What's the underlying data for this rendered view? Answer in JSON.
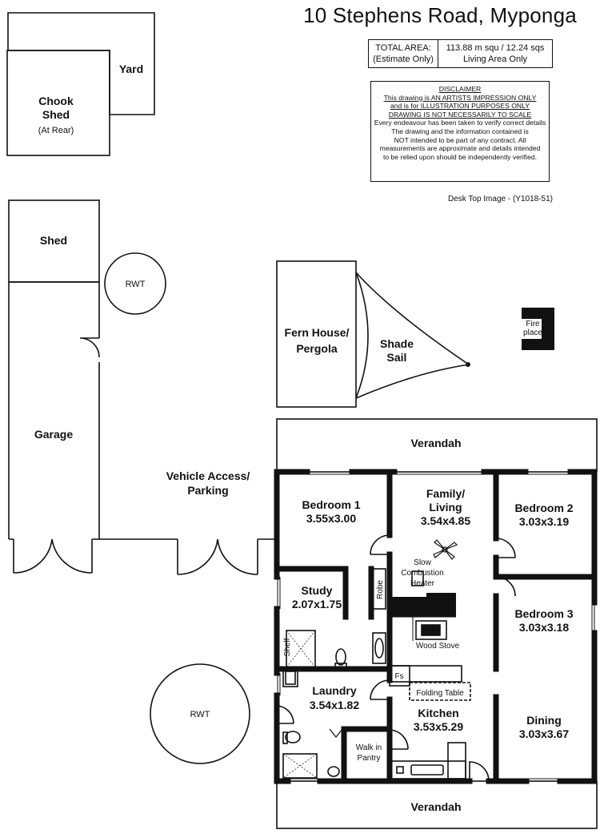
{
  "header": {
    "title": "10 Stephens Road, Myponga",
    "area_label_1": "TOTAL AREA:",
    "area_label_2": "(Estimate Only)",
    "area_value_1": "113.88 m squ /  12.24 sqs",
    "area_value_2": "Living Area Only",
    "image_id": "Desk Top Image - (Y1018-51)"
  },
  "disclaimer": {
    "heading": "DISCLAIMER",
    "line1": "This drawing is AN ARTISTS IMPRESSION ONLY",
    "line2": "and is for ILLUSTRATION PURPOSES ONLY",
    "line3": "DRAWING IS NOT NECESSARILY TO SCALE",
    "line4": "Every endeavour has been taken to verify correct details",
    "line5": "The drawing and the information contained is",
    "line6": "NOT intended to be part of any contract. All",
    "line7": "measurements are approximate and details intended",
    "line8": "to be relied upon should be independently verified."
  },
  "outbuildings": {
    "yard": "Yard",
    "chook_shed_1": "Chook",
    "chook_shed_2": "Shed",
    "chook_shed_note": "(At Rear)",
    "shed": "Shed",
    "rwt_top": "RWT",
    "rwt_bottom": "RWT",
    "garage": "Garage",
    "fern_house_1": "Fern House/",
    "fern_house_2": "Pergola",
    "shade_sail_1": "Shade",
    "shade_sail_2": "Sail",
    "fireplace_1": "Fire",
    "fireplace_2": "place",
    "vehicle_access_1": "Vehicle Access/",
    "vehicle_access_2": "Parking"
  },
  "rooms": {
    "verandah_top": "Verandah",
    "verandah_bottom": "Verandah",
    "bedroom1_name": "Bedroom 1",
    "bedroom1_size": "3.55x3.00",
    "family_name_1": "Family/",
    "family_name_2": "Living",
    "family_size": "3.54x4.85",
    "bedroom2_name": "Bedroom 2",
    "bedroom2_size": "3.03x3.19",
    "bedroom3_name": "Bedroom 3",
    "bedroom3_size": "3.03x3.18",
    "study_name": "Study",
    "study_size": "2.07x1.75",
    "robe": "Robe",
    "shelf": "Shelf",
    "slow_combustion_1": "Slow",
    "slow_combustion_2": "Combustion",
    "slow_combustion_3": "Heater",
    "wood_stove": "Wood Stove",
    "fs": "Fs",
    "folding_table": "Folding Table",
    "laundry_name": "Laundry",
    "laundry_size": "3.54x1.82",
    "kitchen_name": "Kitchen",
    "kitchen_size": "3.53x5.29",
    "pantry_1": "Walk in",
    "pantry_2": "Pantry",
    "dining_name": "Dining",
    "dining_size": "3.03x3.67"
  }
}
